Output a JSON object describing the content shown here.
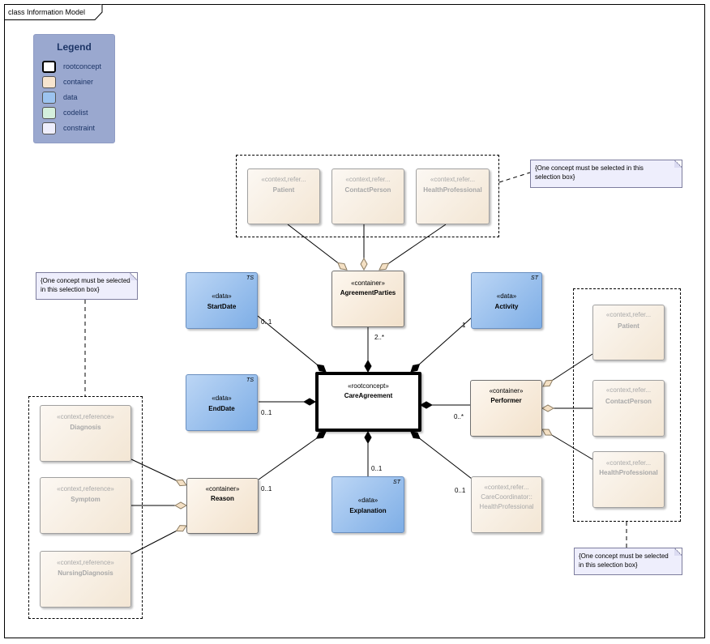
{
  "frame_title": "class Information Model",
  "legend": {
    "title": "Legend",
    "items": [
      {
        "label": "rootconcept",
        "color": "#ffffff"
      },
      {
        "label": "container",
        "color": "#f6e4cf"
      },
      {
        "label": "data",
        "color": "#9cc3ef"
      },
      {
        "label": "codelist",
        "color": "#d4efdc"
      },
      {
        "label": "constraint",
        "color": "#eeeefc"
      }
    ]
  },
  "classes": {
    "care_agreement": {
      "stereotype": "«rootconcept»",
      "name": "CareAgreement"
    },
    "agreement_parties": {
      "stereotype": "«container»",
      "name": "AgreementParties"
    },
    "start_date": {
      "stereotype": "«data»",
      "name": "StartDate",
      "type": "TS"
    },
    "end_date": {
      "stereotype": "«data»",
      "name": "EndDate",
      "type": "TS"
    },
    "activity": {
      "stereotype": "«data»",
      "name": "Activity",
      "type": "ST"
    },
    "explanation": {
      "stereotype": "«data»",
      "name": "Explanation",
      "type": "ST"
    },
    "performer": {
      "stereotype": "«container»",
      "name": "Performer"
    },
    "reason": {
      "stereotype": "«container»",
      "name": "Reason"
    },
    "care_coordinator": {
      "stereotype": "«context,refer...",
      "name_line1": "CareCoordinator::",
      "name_line2": "HealthProfessional"
    },
    "party_patient": {
      "stereotype": "«context,refer...",
      "name": "Patient"
    },
    "party_contact": {
      "stereotype": "«context,refer...",
      "name": "ContactPerson"
    },
    "party_hp": {
      "stereotype": "«context,refer...",
      "name": "HealthProfessional"
    },
    "perf_patient": {
      "stereotype": "«context,refer...",
      "name": "Patient"
    },
    "perf_contact": {
      "stereotype": "«context,refer...",
      "name": "ContactPerson"
    },
    "perf_hp": {
      "stereotype": "«context,refer...",
      "name": "HealthProfessional"
    },
    "reason_diagnosis": {
      "stereotype": "«context,reference»",
      "name": "Diagnosis"
    },
    "reason_symptom": {
      "stereotype": "«context,reference»",
      "name": "Symptom"
    },
    "reason_nursing": {
      "stereotype": "«context,reference»",
      "name": "NursingDiagnosis"
    }
  },
  "multiplicities": {
    "start_date": "0..1",
    "agreement_parties": "2..*",
    "activity": "1",
    "end_date": "0..1",
    "performer": "0..*",
    "explanation": "0..1",
    "reason": "0..1",
    "care_coordinator": "0..1"
  },
  "notes": {
    "top": {
      "line1": "{One concept must be selected in this",
      "line2": "selection box}"
    },
    "left": {
      "line1": "{One concept must be selected",
      "line2": "in this selection box}"
    },
    "right": {
      "line1": "{One concept must be selected",
      "line2": "in this selection box}"
    }
  }
}
